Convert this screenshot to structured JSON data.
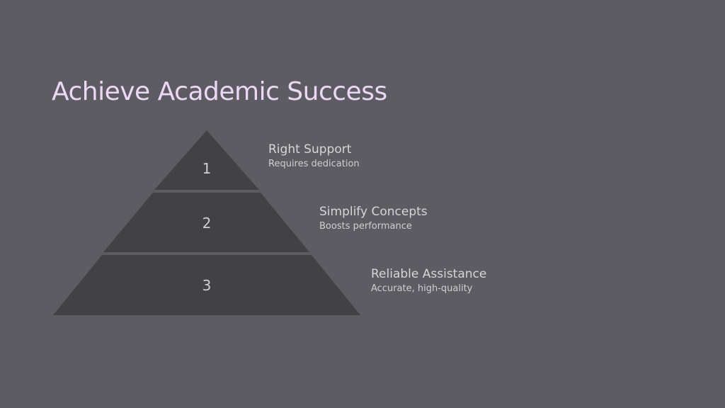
{
  "title": "Achieve Academic Success",
  "colors": {
    "background": "#5d5c62",
    "title": "#ecd8f6",
    "pyramid_fill": "#424146",
    "number": "#cfced3",
    "heading": "#d6d5da",
    "subtext": "#cfced3"
  },
  "levels": [
    {
      "number": "1",
      "heading": "Right Support",
      "description": "Requires dedication"
    },
    {
      "number": "2",
      "heading": "Simplify Concepts",
      "description": "Boosts performance"
    },
    {
      "number": "3",
      "heading": "Reliable Assistance",
      "description": "Accurate, high-quality"
    }
  ]
}
